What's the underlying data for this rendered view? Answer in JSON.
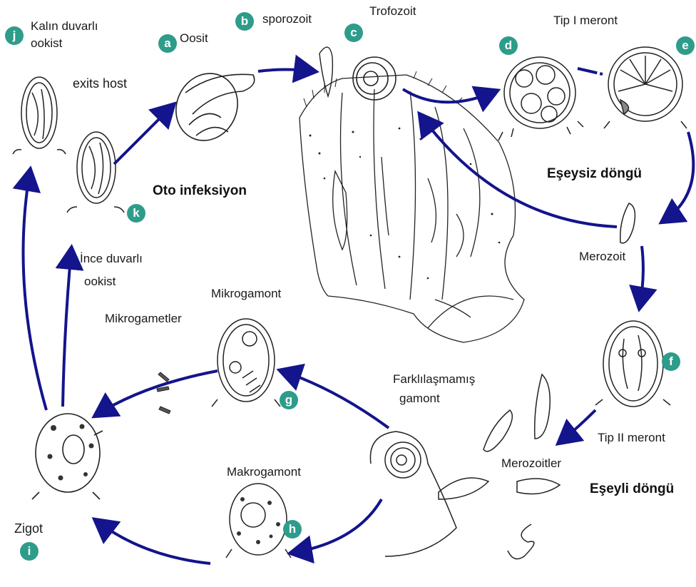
{
  "colors": {
    "arrow": "#14148c",
    "badge": "#2e9c8a",
    "ink": "#1a1a1a"
  },
  "labels": {
    "j_text1": "Kalın duvarlı",
    "j_text2": "ookist",
    "exits_host": "exits host",
    "oosit": "Oosit",
    "sporozoit": "sporozoit",
    "trofozoit": "Trofozoit",
    "tip1": "Tip I meront",
    "esegsiz": "Eşeysiz döngü",
    "oto": "Oto infeksiyon",
    "merozoit": "Merozoit",
    "ince1": "İnce duvarlı",
    "ince2": "ookist",
    "mikrogamont": "Mikrogamont",
    "mikrogametler": "Mikrogametler",
    "farkli1": "Farklılaşmamış",
    "farkli2": "gamont",
    "tip2": "Tip II meront",
    "merozoitler": "Merozoitler",
    "eseyli": "Eşeyli döngü",
    "makrogamont": "Makrogamont",
    "zigot": "Zigot"
  },
  "badges": {
    "a": "a",
    "b": "b",
    "c": "c",
    "d": "d",
    "e": "e",
    "f": "f",
    "g": "g",
    "h": "h",
    "i": "i",
    "j": "j",
    "k": "k"
  }
}
